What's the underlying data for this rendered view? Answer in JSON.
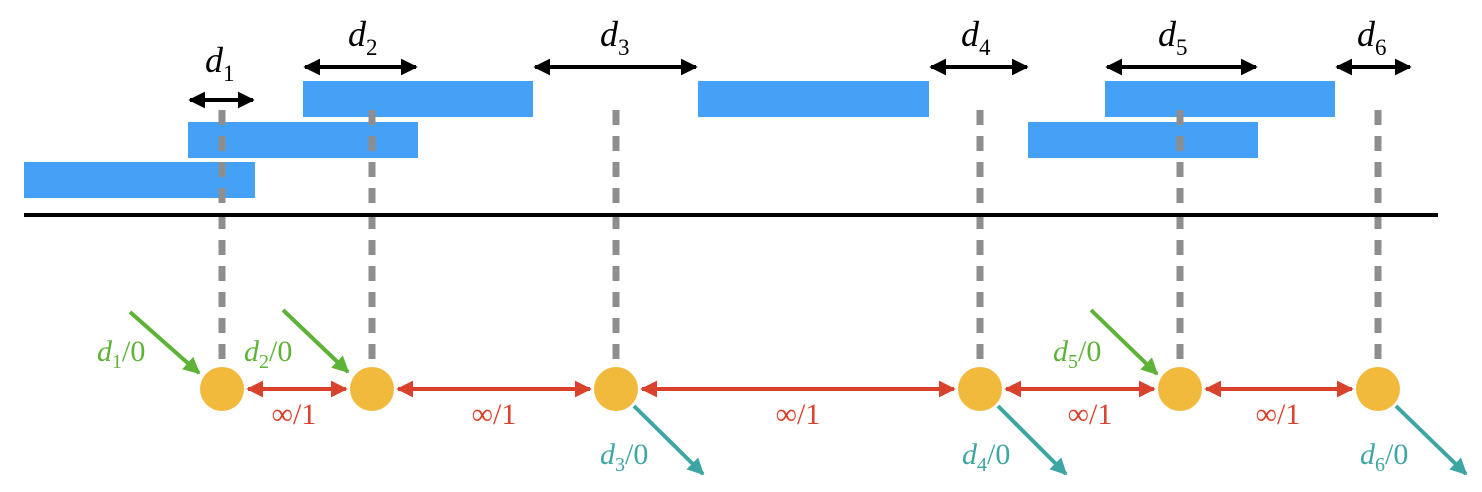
{
  "colors": {
    "interval_fill": "#45A1F5",
    "node_fill": "#F2BA3C",
    "source_arrow": "#5DB337",
    "sink_arrow": "#3EA6A2",
    "edge_arrow": "#D8422D",
    "dashed_line": "#8E8E8E",
    "baseline": "#000000",
    "distance_arrow": "#000000"
  },
  "distances": [
    {
      "letter": "d",
      "sub": "1"
    },
    {
      "letter": "d",
      "sub": "2"
    },
    {
      "letter": "d",
      "sub": "3"
    },
    {
      "letter": "d",
      "sub": "4"
    },
    {
      "letter": "d",
      "sub": "5"
    },
    {
      "letter": "d",
      "sub": "6"
    }
  ],
  "source_labels": [
    {
      "letter": "d",
      "sub": "1",
      "suffix": "/0"
    },
    {
      "letter": "d",
      "sub": "2",
      "suffix": "/0"
    },
    {
      "letter": "d",
      "sub": "5",
      "suffix": "/0"
    }
  ],
  "sink_labels": [
    {
      "letter": "d",
      "sub": "3",
      "suffix": "/0"
    },
    {
      "letter": "d",
      "sub": "4",
      "suffix": "/0"
    },
    {
      "letter": "d",
      "sub": "6",
      "suffix": "/0"
    }
  ],
  "edge_labels": [
    "∞/1",
    "∞/1",
    "∞/1",
    "∞/1",
    "∞/1"
  ],
  "icons": {
    "double_arrow": "double-arrow-icon",
    "node": "circle-node-icon"
  }
}
